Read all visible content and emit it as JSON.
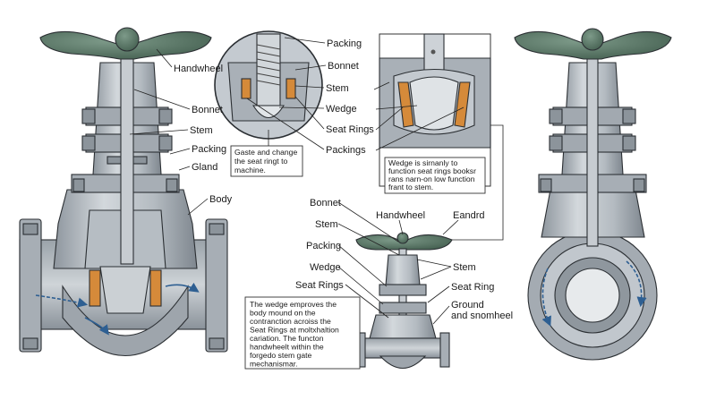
{
  "colors": {
    "handwheel": "#4f6b5b",
    "steel_light": "#c9ced3",
    "steel_mid": "#a4abb2",
    "steel_dark": "#7d858d",
    "bore": "#b9c0c7",
    "seat_rings": "#d58a3a",
    "arrow": "#2e5f92",
    "outline": "#2b2f33"
  },
  "labels": {
    "left_handwheel": "Handwheel",
    "left_bonnet": "Bonnet",
    "left_stem": "Stem",
    "left_packing": "Packing",
    "left_gland": "Gland",
    "left_body": "Body",
    "detail_packing": "Packing",
    "detail_bonnet": "Bonnet",
    "detail_stem": "Stem",
    "detail_wedge": "Wedge",
    "detail_seat_rings": "Seat Rings",
    "detail_packings": "Packings",
    "small_bonnet": "Bonnet",
    "small_stem": "Stem",
    "small_handwheel": "Handwheel",
    "small_eandrd": "Eandrd",
    "small_packing": "Packing",
    "small_wedge": "Wedge",
    "small_seat_rings": "Seat Rings",
    "small_stem_right": "Stem",
    "small_seat_ring": "Seat Ring",
    "small_ground": "Ground",
    "small_snomheel": "and snomheel"
  },
  "notes": {
    "circle_note": [
      "Gaste and change",
      "the seat ringt to",
      "machine."
    ],
    "wedge_note": [
      "Wedge is sirnanly to",
      "function seat rings booksr",
      "rans narn-on low function",
      "frant to stem."
    ],
    "bottom_note": [
      "The wedge emproves the",
      "body mound on the",
      "contranction acroiss the",
      "Seat Rings at moltxhaltion",
      "cariation. The functon",
      "handwheelt within the",
      "forgedo stem gate",
      "mechanismar."
    ]
  }
}
